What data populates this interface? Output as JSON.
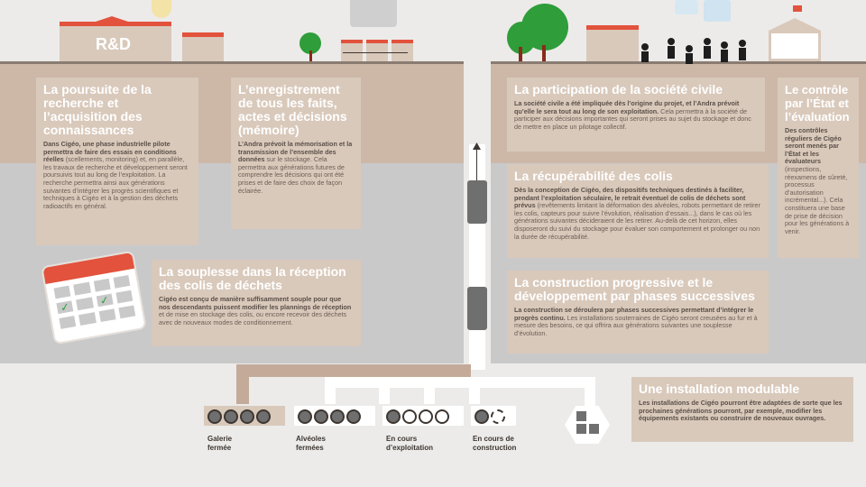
{
  "header": {
    "rd_label": "R&D"
  },
  "cards": {
    "research": {
      "title": "La poursuite de la recherche et l’acquisition des connaissances",
      "body_bold": "Dans Cigéo, une phase industrielle pilote permettra de faire des essais en conditions réelles",
      "body": " (scellements, monitoring) et, en parallèle, les travaux de recherche et développement seront poursuivis tout au long de l’exploitation. La recherche permettra ainsi aux générations suivantes d’intégrer les progrès scientifiques et techniques à Cigéo et à la gestion des déchets radioactifs en général."
    },
    "records": {
      "title": "L’enregistrement de tous les faits, actes et décisions (mémoire)",
      "body_bold": "L’Andra prévoit la mémorisation et la transmission de l’ensemble des données",
      "body": " sur le stockage. Cela permettra aux générations futures de comprendre les décisions qui ont été prises et de faire des choix de façon éclairée."
    },
    "flexibility": {
      "title": "La souplesse dans la réception des colis de déchets",
      "body_bold": "Cigéo est conçu de manière suffisamment souple pour que nos descendants puissent modifier les plannings de réception",
      "body": " et de mise en stockage des colis, ou encore recevoir des déchets avec de nouveaux modes de conditionnement."
    },
    "society": {
      "title": "La participation de la société civile",
      "body_bold": "La société civile a été impliquée dès l’origine du projet, et l’Andra prévoit qu’elle le sera tout au long de son exploitation.",
      "body": " Cela permettra à la société de participer aux décisions importantes qui seront prises au sujet du stockage et donc de mettre en place un pilotage collectif."
    },
    "state": {
      "title": "Le contrôle par l’État et l’évaluation",
      "body_bold": "Des contrôles réguliers de Cigéo seront menés par l’État et les évaluateurs",
      "body": " (inspections, réexamens de sûreté, processus d’autorisation incrémental...). Cela constituera une base de prise de décision pour les générations à venir."
    },
    "retrievability": {
      "title": "La récupérabilité des colis",
      "body_bold": "Dès la conception de Cigéo, des dispositifs techniques destinés à faciliter, pendant l’exploitation séculaire, le retrait éventuel de colis de déchets sont prévus",
      "body": " (revêtements limitant la déformation des alvéoles, robots permettant de retirer les colis, capteurs pour suivre l’évolution, réalisation d’essais...), dans le cas où les générations suivantes décideraient de les retirer. Au-delà de cet horizon, elles disposeront du suivi du stockage pour évaluer son comportement et prolonger ou non la durée de récupérabilité."
    },
    "progressive": {
      "title": "La construction progressive et le développement par phases successives",
      "body_bold": "La construction se déroulera par phases successives permettant d’intégrer le progrès continu.",
      "body": " Les installations souterraines de Cigéo seront creusées au fur et à mesure des besoins, ce qui offrira aux générations suivantes une souplesse d’évolution."
    },
    "modular": {
      "title": "Une installation modulable",
      "body_bold": "Les installations de Cigéo pourront être adaptées de sorte que les prochaines générations pourront, par exemple, modifier les équipements existants ou construire de nouveaux ouvrages.",
      "body": ""
    }
  },
  "legend": {
    "closed_gallery": "Galerie fermée",
    "closed_cells": "Alvéoles fermées",
    "in_operation": "En cours d’exploitation",
    "in_construction": "En cours de construction"
  },
  "colors": {
    "red": "#e2523c",
    "green": "#2f9d3a",
    "card": "#d9c9bb",
    "brown_band": "#cdb8a8",
    "gray_band": "#c9c9ca"
  }
}
